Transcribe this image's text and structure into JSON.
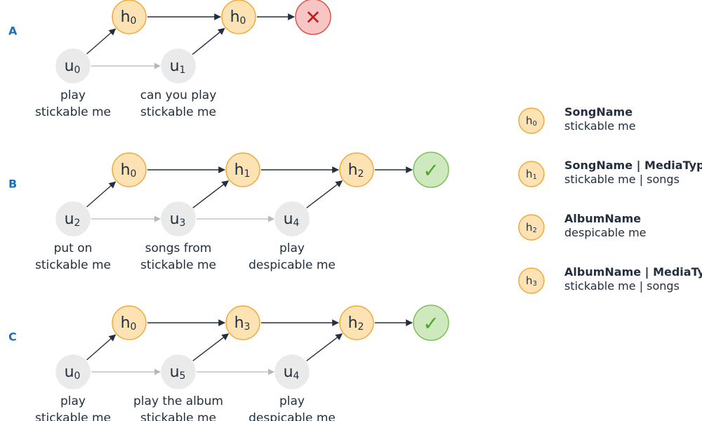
{
  "rows": [
    {
      "label": "A",
      "nodes": [
        {
          "id": "a_u0",
          "letter": "u",
          "sub": "0",
          "kind": "utterance",
          "caption": [
            "play",
            "stickable me"
          ]
        },
        {
          "id": "a_h0a",
          "letter": "h",
          "sub": "0",
          "kind": "hypothesis"
        },
        {
          "id": "a_u1",
          "letter": "u",
          "sub": "1",
          "kind": "utterance",
          "caption": [
            "can you play",
            "stickable me"
          ]
        },
        {
          "id": "a_h0b",
          "letter": "h",
          "sub": "0",
          "kind": "hypothesis"
        },
        {
          "id": "a_end",
          "kind": "failure",
          "symbol": "✕"
        }
      ],
      "edges": [
        {
          "from": "a_u0",
          "to": "a_h0a",
          "style": "dark"
        },
        {
          "from": "a_u0",
          "to": "a_u1",
          "style": "light"
        },
        {
          "from": "a_h0a",
          "to": "a_h0b",
          "style": "dark"
        },
        {
          "from": "a_u1",
          "to": "a_h0b",
          "style": "dark"
        },
        {
          "from": "a_h0b",
          "to": "a_end",
          "style": "dark"
        }
      ]
    },
    {
      "label": "B",
      "nodes": [
        {
          "id": "b_u2",
          "letter": "u",
          "sub": "2",
          "kind": "utterance",
          "caption": [
            "put on",
            "stickable me"
          ]
        },
        {
          "id": "b_h0",
          "letter": "h",
          "sub": "0",
          "kind": "hypothesis"
        },
        {
          "id": "b_u3",
          "letter": "u",
          "sub": "3",
          "kind": "utterance",
          "caption": [
            "songs from",
            "stickable me"
          ]
        },
        {
          "id": "b_h1",
          "letter": "h",
          "sub": "1",
          "kind": "hypothesis"
        },
        {
          "id": "b_u4",
          "letter": "u",
          "sub": "4",
          "kind": "utterance",
          "caption": [
            "play",
            "despicable me"
          ]
        },
        {
          "id": "b_h2",
          "letter": "h",
          "sub": "2",
          "kind": "hypothesis"
        },
        {
          "id": "b_end",
          "kind": "success",
          "symbol": "✓"
        }
      ],
      "edges": [
        {
          "from": "b_u2",
          "to": "b_h0",
          "style": "dark"
        },
        {
          "from": "b_u2",
          "to": "b_u3",
          "style": "light"
        },
        {
          "from": "b_h0",
          "to": "b_h1",
          "style": "dark"
        },
        {
          "from": "b_u3",
          "to": "b_h1",
          "style": "dark"
        },
        {
          "from": "b_u3",
          "to": "b_u4",
          "style": "light"
        },
        {
          "from": "b_h1",
          "to": "b_h2",
          "style": "dark"
        },
        {
          "from": "b_u4",
          "to": "b_h2",
          "style": "dark"
        },
        {
          "from": "b_h2",
          "to": "b_end",
          "style": "dark"
        }
      ]
    },
    {
      "label": "C",
      "nodes": [
        {
          "id": "c_u0",
          "letter": "u",
          "sub": "0",
          "kind": "utterance",
          "caption": [
            "play",
            "stickable me"
          ]
        },
        {
          "id": "c_h0",
          "letter": "h",
          "sub": "0",
          "kind": "hypothesis"
        },
        {
          "id": "c_u5",
          "letter": "u",
          "sub": "5",
          "kind": "utterance",
          "caption": [
            "play the album",
            "stickable me"
          ]
        },
        {
          "id": "c_h3",
          "letter": "h",
          "sub": "3",
          "kind": "hypothesis"
        },
        {
          "id": "c_u4",
          "letter": "u",
          "sub": "4",
          "kind": "utterance",
          "caption": [
            "play",
            "despicable me"
          ]
        },
        {
          "id": "c_h2",
          "letter": "h",
          "sub": "2",
          "kind": "hypothesis"
        },
        {
          "id": "c_end",
          "kind": "success",
          "symbol": "✓"
        }
      ],
      "edges": [
        {
          "from": "c_u0",
          "to": "c_h0",
          "style": "dark"
        },
        {
          "from": "c_u0",
          "to": "c_u5",
          "style": "light"
        },
        {
          "from": "c_h0",
          "to": "c_h3",
          "style": "dark"
        },
        {
          "from": "c_u5",
          "to": "c_h3",
          "style": "dark"
        },
        {
          "from": "c_u5",
          "to": "c_u4",
          "style": "light"
        },
        {
          "from": "c_h3",
          "to": "c_h2",
          "style": "dark"
        },
        {
          "from": "c_u4",
          "to": "c_h2",
          "style": "dark"
        },
        {
          "from": "c_h2",
          "to": "c_end",
          "style": "dark"
        }
      ]
    }
  ],
  "legend": [
    {
      "letter": "h",
      "sub": "0",
      "title": "SongName",
      "value": "stickable me"
    },
    {
      "letter": "h",
      "sub": "1",
      "title": "SongName | MediaType",
      "value": "stickable me | songs"
    },
    {
      "letter": "h",
      "sub": "2",
      "title": "AlbumName",
      "value": "despicable me"
    },
    {
      "letter": "h",
      "sub": "3",
      "title": "AlbumName | MediaType",
      "value": "stickable me | songs"
    }
  ],
  "colors": {
    "row_label": "#1f6fb2",
    "hypothesis_fill": "#fde3b4",
    "hypothesis_stroke": "#f2a93b",
    "utterance_fill": "#eaeaea",
    "utterance_stroke": "#eaeaea",
    "failure_fill": "#f7c6c4",
    "failure_stroke": "#d9534f",
    "failure_symbol": "#c0201b",
    "success_fill": "#cfe9bf",
    "success_stroke": "#7cc05a",
    "success_symbol": "#4fa52c",
    "edge_dark": "#232f3e",
    "edge_light": "#b8b8b8",
    "text": "#232f3e"
  }
}
